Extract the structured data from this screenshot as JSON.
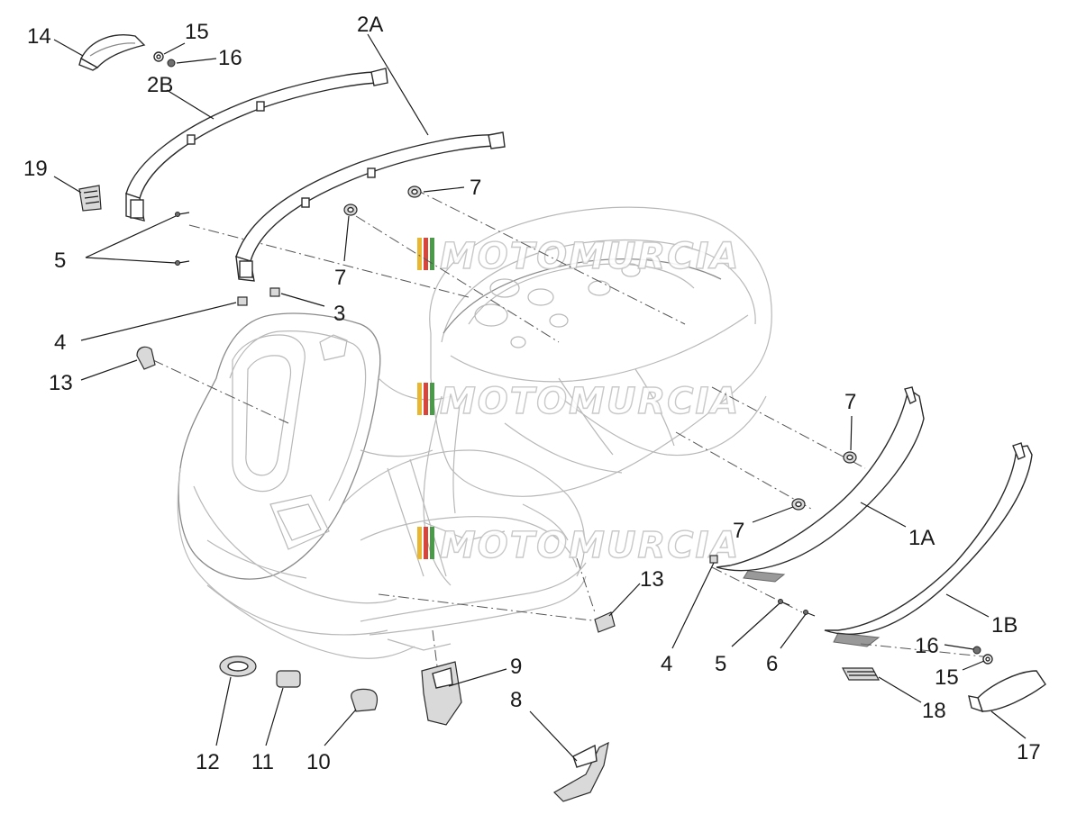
{
  "watermark": {
    "text": "MOTOMURCIA",
    "stripe_colors": [
      "#e8b630",
      "#d9453b",
      "#4a9a4a"
    ]
  },
  "callouts": {
    "c14": "14",
    "c15a": "15",
    "c16a": "16",
    "c2b": "2B",
    "c2a": "2A",
    "c19": "19",
    "c7a": "7",
    "c5a": "5",
    "c7b": "7",
    "c3": "3",
    "c4a": "4",
    "c13a": "13",
    "c7c": "7",
    "c7d": "7",
    "c1a": "1A",
    "c13b": "13",
    "c4b": "4",
    "c5b": "5",
    "c6": "6",
    "c1b": "1B",
    "c16b": "16",
    "c15b": "15",
    "c9": "9",
    "c18": "18",
    "c8": "8",
    "c17": "17",
    "c12": "12",
    "c11": "11",
    "c10": "10"
  }
}
